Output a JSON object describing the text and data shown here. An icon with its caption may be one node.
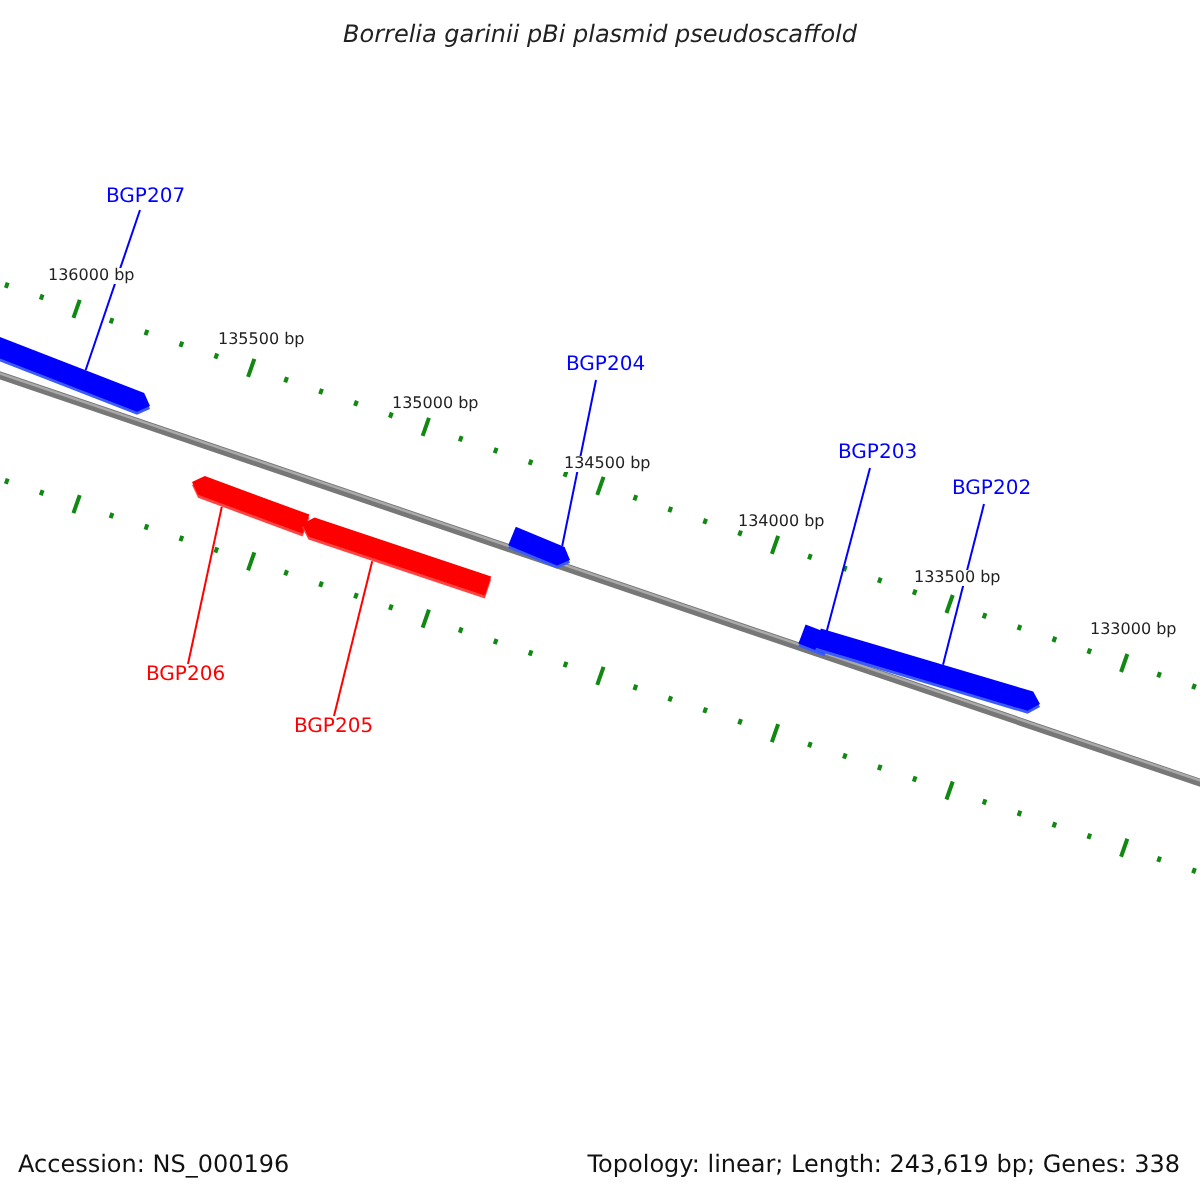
{
  "diagram": {
    "title": "Borrelia garinii pBi plasmid pseudoscaffold",
    "nodes": [
      {
        "text": [
          "BGP207"
        ]
      },
      {
        "text": [
          "BGP204"
        ]
      },
      {
        "text": [
          "BGP203"
        ]
      },
      {
        "text": [
          "BGP202"
        ]
      },
      {
        "text": [
          "BGP206"
        ]
      },
      {
        "text": [
          "BGP205"
        ]
      },
      {
        "text": [],
        "shape": "bar"
      },
      {
        "text": [],
        "shape": "bar"
      },
      {
        "text": [],
        "shape": "bar"
      },
      {
        "text": [],
        "shape": "bar"
      },
      {
        "text": [],
        "shape": "bar"
      },
      {
        "text": [],
        "shape": "bar"
      }
    ],
    "edges": [
      {
        "from": 0,
        "to": 6,
        "arrow": "none"
      },
      {
        "from": 1,
        "to": 9,
        "arrow": "none"
      },
      {
        "from": 2,
        "to": 10,
        "arrow": "none"
      },
      {
        "from": 3,
        "to": 11,
        "arrow": "none"
      },
      {
        "from": 4,
        "to": 7,
        "arrow": "none",
        "color": "#ff0000"
      },
      {
        "from": 5,
        "to": 8,
        "arrow": "none",
        "color": "#ff0000"
      }
    ],
    "labels": [
      "136000 bp",
      "135500 bp",
      "135000 bp",
      "134500 bp",
      "134000 bp",
      "133500 bp",
      "133000 bp",
      "Accession: NS_000196",
      "Topology: linear; Length: 243,619 bp; Genes: 338"
    ]
  }
}
